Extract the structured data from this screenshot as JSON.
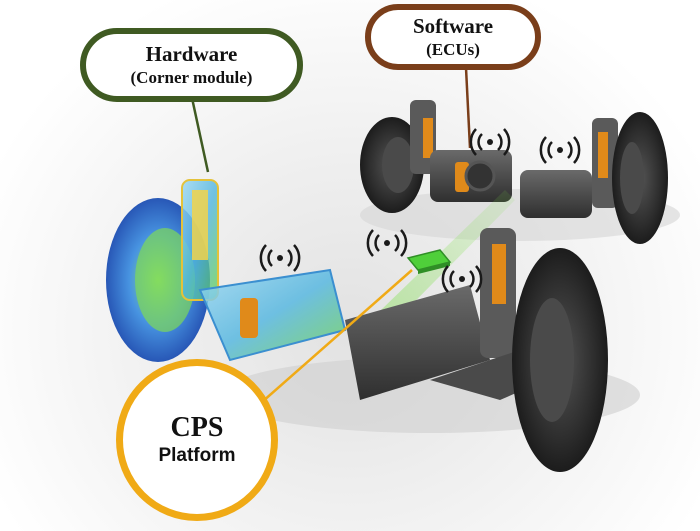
{
  "labels": {
    "hardware": {
      "title": "Hardware",
      "subtitle": "(Corner module)",
      "color": "#3f5a22"
    },
    "software": {
      "title": "Software",
      "subtitle": "(ECUs)",
      "color": "#7a3e1a"
    },
    "cps": {
      "title": "CPS",
      "subtitle": "Platform",
      "color": "#f0aa16"
    }
  },
  "colors": {
    "tire": "#2b2b2b",
    "rim": "#4a4a4a",
    "chassis": "#3c3c3c",
    "spring": "#e08a1a",
    "xray_blue": "#2a6fd6",
    "xray_green": "#5ed23c",
    "wireless": "#1a1a1a",
    "link_green": "#7ee04a"
  },
  "icons": {
    "wireless": "wireless-signal-icon",
    "pcb": "circuit-board-icon"
  }
}
